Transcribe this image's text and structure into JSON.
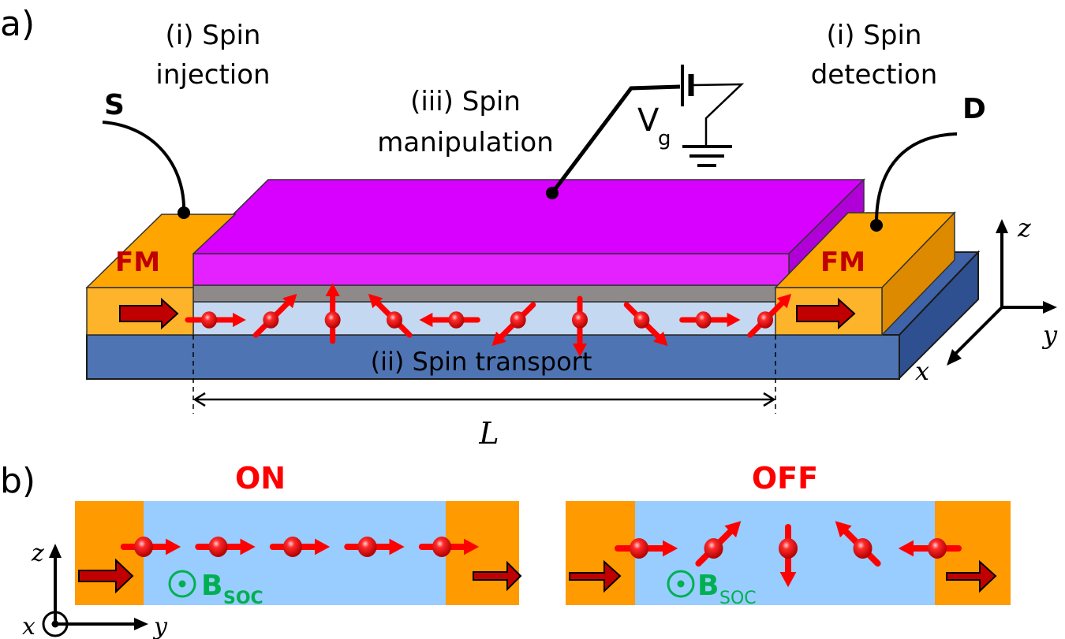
{
  "panel_a": {
    "label": "a)",
    "injection_line1": "(i) Spin",
    "injection_line2": "injection",
    "detection_line1": "(i) Spin",
    "detection_line2": "detection",
    "manipulation_line1": "(iii) Spin",
    "manipulation_line2": "manipulation",
    "transport": "(ii) Spin transport",
    "source": "S",
    "drain": "D",
    "fm_left": "FM",
    "fm_right": "FM",
    "gate_voltage": "V",
    "gate_voltage_sub": "g",
    "length": "L",
    "axes": {
      "x": "x",
      "y": "y",
      "z": "z"
    },
    "spin_angles_deg": [
      0,
      45,
      90,
      135,
      180,
      225,
      270,
      315,
      0,
      45
    ]
  },
  "panel_b": {
    "label": "b)",
    "on_title": "ON",
    "off_title": "OFF",
    "bsoc_main": "B",
    "bsoc_sub": "SOC",
    "axes": {
      "x": "x",
      "y": "y",
      "z": "z"
    },
    "on_spin_angles_deg": [
      0,
      0,
      0,
      0,
      0
    ],
    "off_spin_angles_deg": [
      0,
      45,
      270,
      135,
      180
    ]
  },
  "colors": {
    "fm_orange": "#FFA500",
    "gate_magenta": "#D800FF",
    "substrate_blue": "#4F74B4",
    "channel_lightblue": "#C4D8F2",
    "panel_b_blue": "#99CCFF",
    "spin_red": "#FF0000",
    "magnet_arrow": "#C00000",
    "label_red": "#FF0000",
    "fm_label": "#C00000",
    "bsoc_green": "#00B050"
  }
}
